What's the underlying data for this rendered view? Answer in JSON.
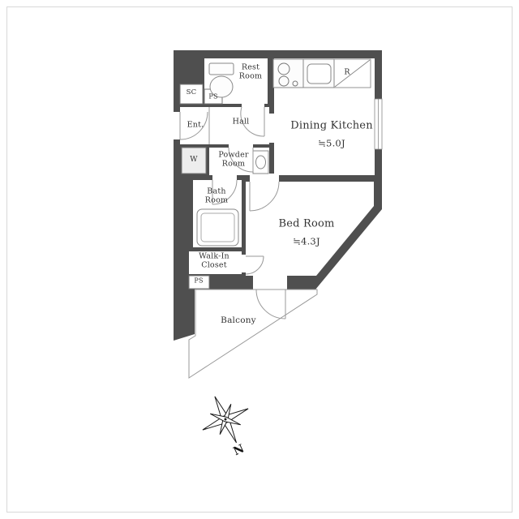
{
  "page": {
    "background": "#ffffff",
    "frame_color": "#d9d9d9"
  },
  "colors": {
    "wall": "#4f4f4f",
    "fixture_line": "#888888",
    "text": "#333333"
  },
  "floor_plan": {
    "rooms": {
      "rest_room": {
        "label": "Rest\nRoom"
      },
      "shoe_closet": {
        "label": "SC"
      },
      "pipe_space_top": {
        "label": "PS"
      },
      "entrance": {
        "label": "Ent."
      },
      "hall": {
        "label": "Hall"
      },
      "dining_kitchen": {
        "label": "Dining Kitchen",
        "size": "≒5.0J"
      },
      "refrigerator": {
        "label": "R"
      },
      "washer": {
        "label": "W"
      },
      "powder_room": {
        "label": "Powder\nRoom"
      },
      "bath_room": {
        "label": "Bath\nRoom"
      },
      "bed_room": {
        "label": "Bed Room",
        "size": "≒4.3J"
      },
      "walk_in_closet": {
        "label": "Walk-In\nCloset"
      },
      "pipe_space_bottom": {
        "label": "PS"
      },
      "balcony": {
        "label": "Balcony"
      }
    },
    "compass": {
      "label": "N"
    }
  }
}
